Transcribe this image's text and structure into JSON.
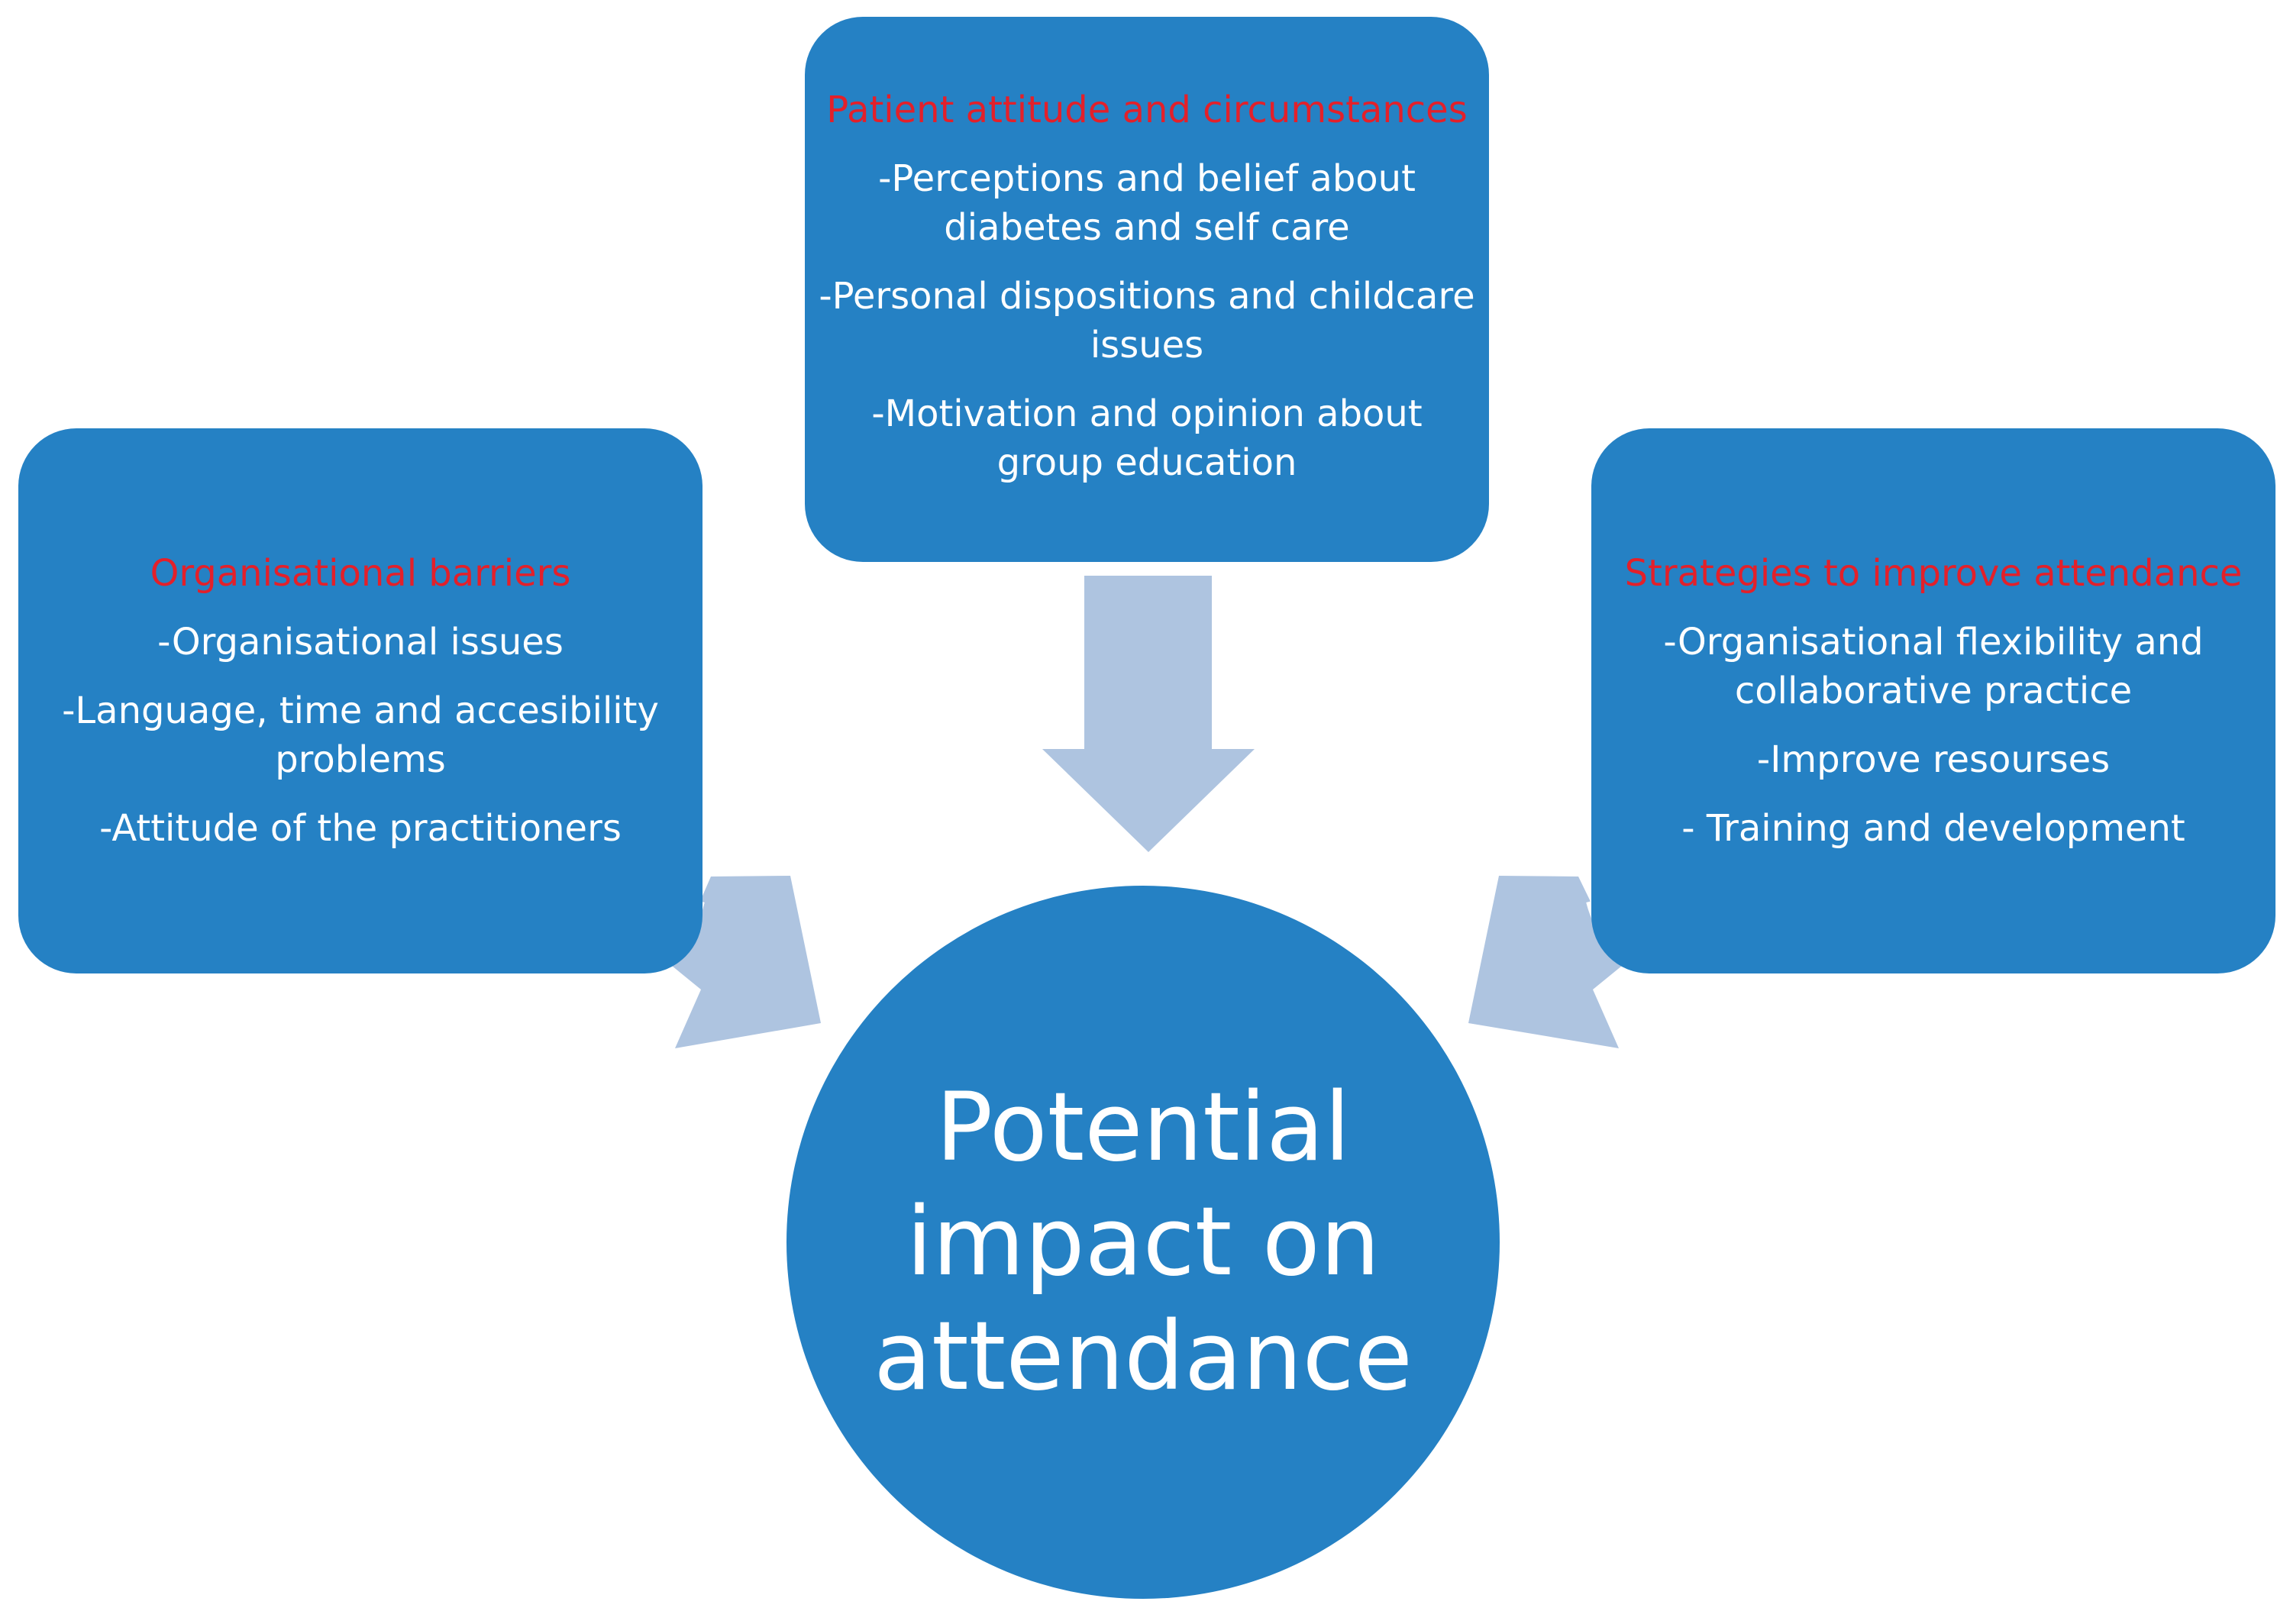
{
  "colors": {
    "box_fill": "#2581c4",
    "arrow_fill": "#aec4e0",
    "heading_text": "#e3202a",
    "body_text": "#ffffff"
  },
  "top_box": {
    "heading": "Patient attitude and circumstances",
    "items": [
      "-Perceptions and belief about diabetes and self care",
      "-Personal dispositions and childcare issues",
      "-Motivation and opinion about group education"
    ]
  },
  "left_box": {
    "heading": "Organisational barriers",
    "items": [
      "-Organisational issues",
      "-Language, time and accesibility problems",
      "-Attitude of the practitioners"
    ]
  },
  "right_box": {
    "heading": "Strategies to improve attendance",
    "items": [
      "-Organisational flexibility and collaborative practice",
      "-Improve resourses",
      "- Training and development"
    ]
  },
  "center": {
    "lines": [
      "Potential",
      "impact on",
      "attendance"
    ]
  }
}
